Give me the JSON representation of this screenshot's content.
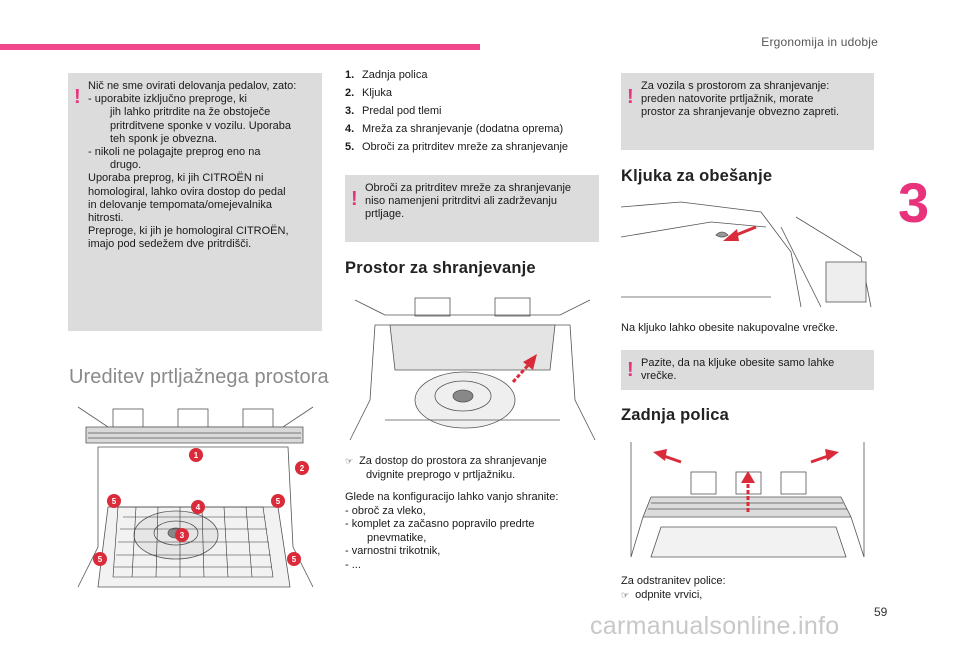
{
  "header": {
    "title": "Ergonomija in udobje"
  },
  "chapter_number": "3",
  "page_number": "59",
  "watermark": "carmanualsonline.info",
  "warning_pedals": {
    "l1": "Nič ne sme ovirati delovanja pedalov, zato:",
    "l2": "-  uporabite izključno preproge, ki",
    "l3": "jih lahko pritrdite na že obstoječe",
    "l4": "pritrditvene sponke v vozilu. Uporaba",
    "l5": "teh sponk je obvezna.",
    "l6": "-  nikoli ne polagajte preprog eno na",
    "l7": "drugo.",
    "l8": "Uporaba preprog, ki jih CITROËN ni",
    "l9": "homologiral, lahko ovira dostop do pedal",
    "l10": "in delovanje tempomata/omejevalnika",
    "l11": "hitrosti.",
    "l12": "Preproge, ki jih je homologiral CITROËN,",
    "l13": "imajo pod sedežem dve pritrdišči."
  },
  "trunk_section": {
    "title": "Ureditev prtljažnega prostora"
  },
  "trunk_image": {
    "labels": [
      "1",
      "2",
      "5",
      "4",
      "5",
      "3",
      "5",
      "5"
    ]
  },
  "parts_list": [
    {
      "num": "1.",
      "text": "Zadnja polica"
    },
    {
      "num": "2.",
      "text": "Kljuka"
    },
    {
      "num": "3.",
      "text": "Predal pod tlemi"
    },
    {
      "num": "4.",
      "text": "Mreža za shranjevanje (dodatna oprema)"
    },
    {
      "num": "5.",
      "text": "Obroči za pritrditev mreže za shranjevanje"
    }
  ],
  "warning_rings": {
    "l1": "Obroči za pritrditev mreže za shranjevanje",
    "l2": "niso namenjeni pritrditvi ali zadrževanju",
    "l3": "prtljage."
  },
  "storage_section": {
    "title": "Prostor za shranjevanje",
    "access_l1": "Za dostop do prostora za shranjevanje",
    "access_l2": "dvignite preprogo v prtljažniku.",
    "items_intro_l1": "Glede na konfiguracijo lahko vanjo shranite:",
    "items": [
      "-  obroč za vleko,",
      "-  komplet za začasno popravilo predrte",
      "pnevmatike,",
      "-  varnostni trikotnik,",
      "-  ..."
    ]
  },
  "warning_vehicles": {
    "l1": "Za vozila s prostorom za shranjevanje:",
    "l2": "preden natovorite prtljažnik, morate",
    "l3": "prostor za shranjevanje obvezno zapreti."
  },
  "hook_section": {
    "title": "Kljuka za obešanje",
    "text": "Na kljuko lahko obesite nakupovalne vrečke."
  },
  "warning_hook": {
    "l1": "Pazite, da na kljuke obesite samo lahke",
    "l2": "vrečke."
  },
  "shelf_section": {
    "title": "Zadnja polica",
    "text_l1": "Za odstranitev police:",
    "text_l2": "odpnite vrvici,"
  }
}
